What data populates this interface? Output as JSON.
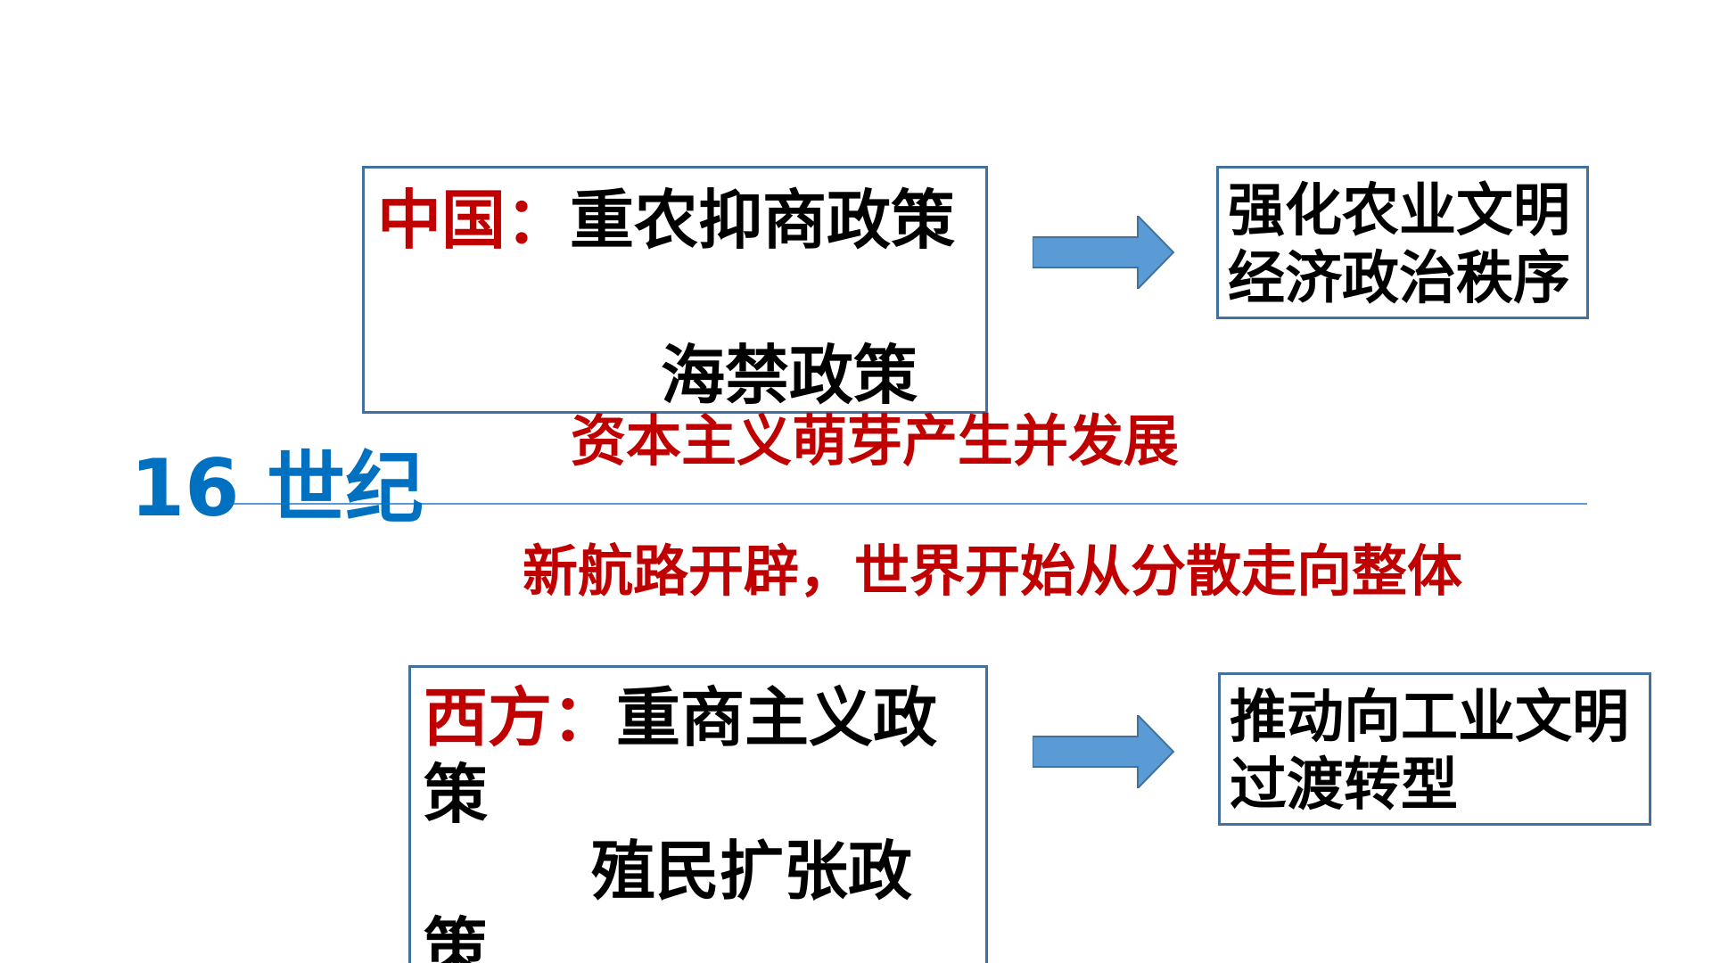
{
  "china": {
    "label": "中国",
    "colon": "：",
    "policy1": "重农抑商政策",
    "policy2": "海禁政策",
    "result_line1": "强化农业文明",
    "result_line2": "经济政治秩序"
  },
  "sprouts_note": "资本主义萌芽产生并发展",
  "century_label": "16 世纪",
  "route_note": "新航路开辟，世界开始从分散走向整体",
  "west": {
    "label": "西方",
    "colon": "：",
    "policy1_part1": "重商主义政",
    "policy1_part2": "策",
    "policy2_part1": "殖民扩张政",
    "policy2_part2": "策",
    "result_line1": "推动向工业文明",
    "result_line2": "过渡转型"
  },
  "colors": {
    "box_border": "#41719c",
    "arrow_fill": "#5b9bd5",
    "accent_red": "#c00000",
    "century_blue": "#0070c0"
  },
  "icons": {
    "arrow": "right-arrow-icon"
  }
}
